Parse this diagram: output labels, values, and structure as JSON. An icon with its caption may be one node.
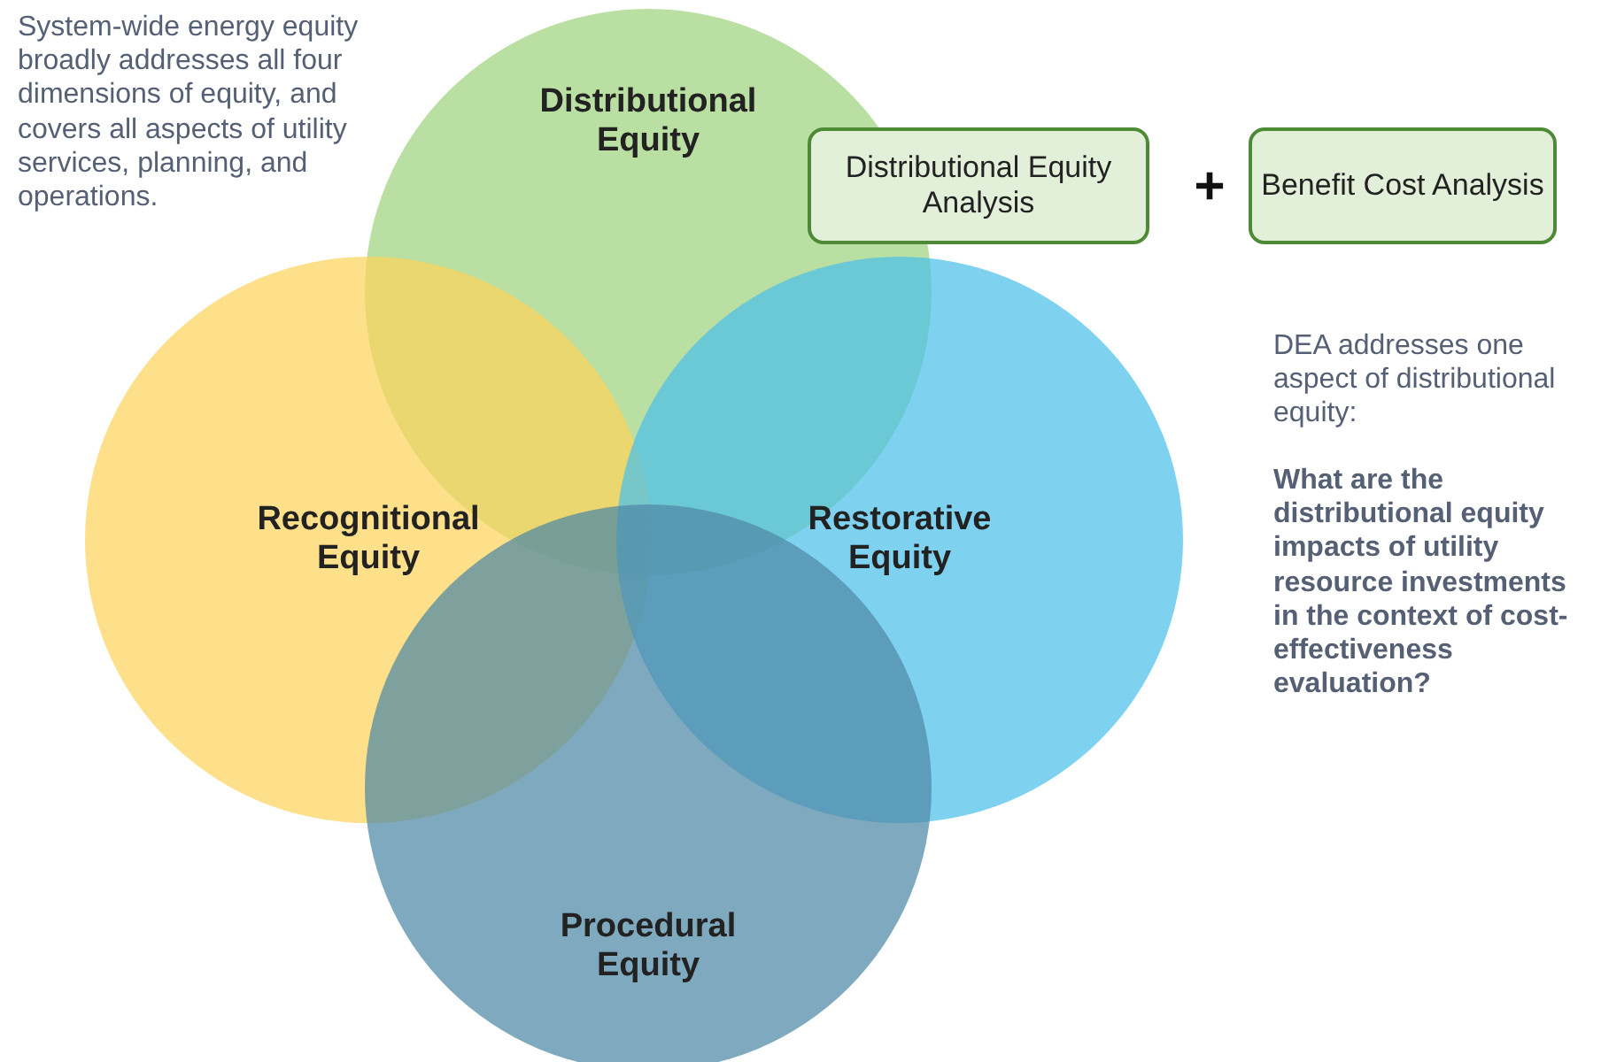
{
  "diagram": {
    "nodes": [
      {
        "text": [
          "Distributional Equity"
        ]
      },
      {
        "text": [
          "Recognitional Equity"
        ]
      },
      {
        "text": [
          "Restorative Equity"
        ]
      },
      {
        "text": [
          "Procedural Equity"
        ]
      },
      {
        "text": [
          "Distributional Equity Analysis"
        ]
      },
      {
        "text": [
          "Benefit Cost Analysis"
        ]
      }
    ],
    "edges": [],
    "labels": [
      "System-wide energy equity broadly addresses all four dimensions of equity, and covers all aspects of utility services, planning, and operations.",
      "+",
      "DEA addresses one aspect of distributional equity:",
      "What are the distributional equity impacts of utility resource investments in the context of cost-effectiveness evaluation?"
    ]
  }
}
